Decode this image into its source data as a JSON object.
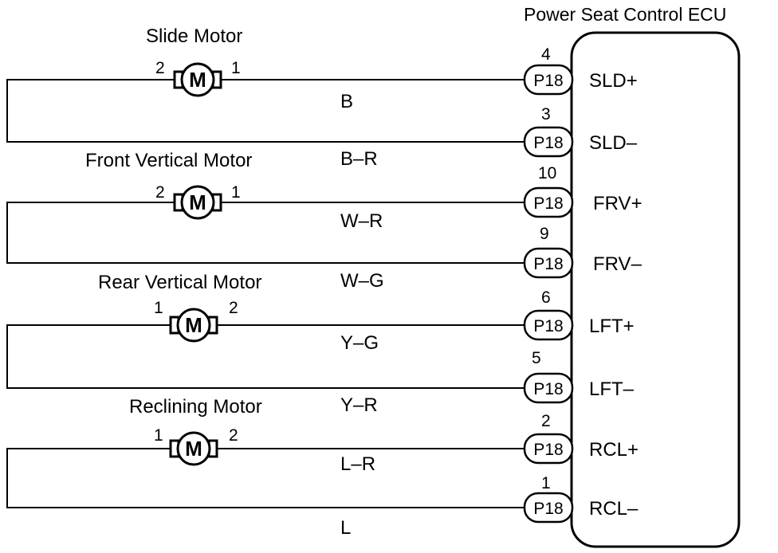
{
  "ecu": {
    "title": "Power Seat Control ECU",
    "connector": "P18"
  },
  "motor_symbol": "M",
  "motors": [
    {
      "name": "Slide Motor",
      "left_pin": "2",
      "right_pin": "1",
      "upper_wire": "B",
      "lower_wire": "B–R",
      "upper_terminal": {
        "pin": "4",
        "signal": "SLD+"
      },
      "lower_terminal": {
        "pin": "3",
        "signal": "SLD–"
      }
    },
    {
      "name": "Front Vertical Motor",
      "left_pin": "2",
      "right_pin": "1",
      "upper_wire": "W–R",
      "lower_wire": "W–G",
      "upper_terminal": {
        "pin": "10",
        "signal": "FRV+"
      },
      "lower_terminal": {
        "pin": "9",
        "signal": "FRV–"
      }
    },
    {
      "name": "Rear Vertical Motor",
      "left_pin": "1",
      "right_pin": "2",
      "upper_wire": "Y–G",
      "lower_wire": "Y–R",
      "upper_terminal": {
        "pin": "6",
        "signal": "LFT+"
      },
      "lower_terminal": {
        "pin": "5",
        "signal": "LFT–"
      }
    },
    {
      "name": "Reclining Motor",
      "left_pin": "1",
      "right_pin": "2",
      "upper_wire": "L–R",
      "lower_wire": "L",
      "upper_terminal": {
        "pin": "2",
        "signal": "RCL+"
      },
      "lower_terminal": {
        "pin": "1",
        "signal": "RCL–"
      }
    }
  ]
}
